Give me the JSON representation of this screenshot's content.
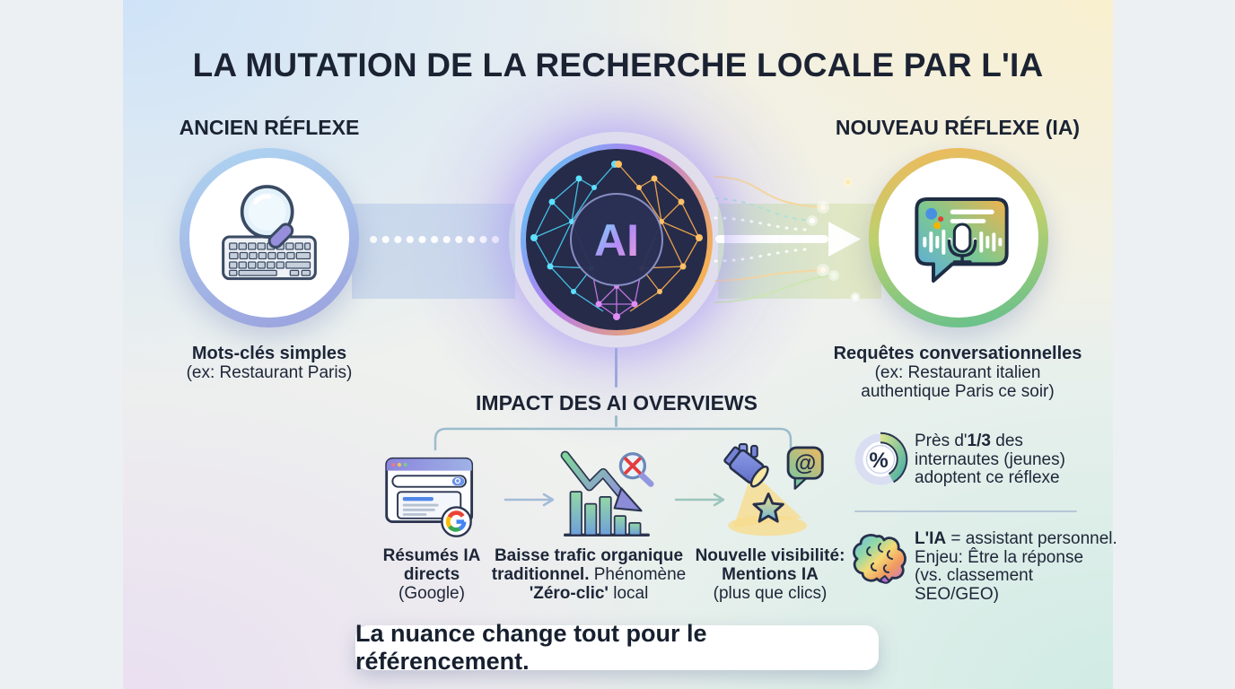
{
  "title": "LA MUTATION DE LA RECHERCHE LOCALE PAR L'IA",
  "old_reflex": {
    "heading": "ANCIEN RÉFLEXE",
    "caption_bold": "Mots-clés simples",
    "caption_sub": "(ex: Restaurant Paris)"
  },
  "ai_core": {
    "label": "AI"
  },
  "new_reflex": {
    "heading": "NOUVEAU RÉFLEXE (IA)",
    "caption_bold": "Requêtes conversationnelles",
    "caption_sub1": "(ex: Restaurant italien",
    "caption_sub2": "authentique Paris ce soir)"
  },
  "impact": {
    "heading": "IMPACT DES AI OVERVIEWS",
    "items": [
      {
        "line1_bold": "Résumés IA directs",
        "line2": "(Google)"
      },
      {
        "line1_bold": "Baisse trafic organique",
        "line2_bold": "traditionnel.",
        "line2_reg": " Phénomène",
        "line3_bold": "'Zéro-clic'",
        "line3_reg": " local"
      },
      {
        "line1_bold": "Nouvelle visibilité:",
        "line2_bold": "Mentions IA",
        "line3": "(plus que clics)"
      }
    ]
  },
  "stats": [
    {
      "pre": "Près d'",
      "bold": "1/3",
      "post": " des",
      "line2": "internautes (jeunes)",
      "line3": "adoptent ce réflexe"
    },
    {
      "bold": "L'IA",
      "rest": " = assistant personnel.",
      "line2": "Enjeu: Être la réponse",
      "line3": "(vs. classement SEO/GEO)"
    }
  ],
  "banner": {
    "text": "La nuance change tout pour le référencement."
  },
  "icon_glyphs": {
    "percent": "%",
    "at": "@",
    "google_g": "G"
  },
  "icons": {
    "old": "keyboard-magnifier-icon",
    "center": "ai-network-sphere-icon",
    "new": "voice-chat-bubble-icon",
    "impact1": "google-serp-summary-icon",
    "impact2": "declining-traffic-chart-icon",
    "impact3": "spotlight-star-mention-icon",
    "stat1": "percent-donut-icon",
    "stat2": "rainbow-brain-icon"
  },
  "colors": {
    "ink": "#1b2333",
    "panel_topleft": "#cde2f8",
    "panel_topright": "#faf0cd",
    "panel_bottomleft": "#e9def1",
    "panel_bottomright": "#cfebe4",
    "old_ring": "#9aa0dd",
    "new_ring": "#5fbf8f",
    "sphere": "#262b49",
    "banner_bg": "#ffffff"
  }
}
